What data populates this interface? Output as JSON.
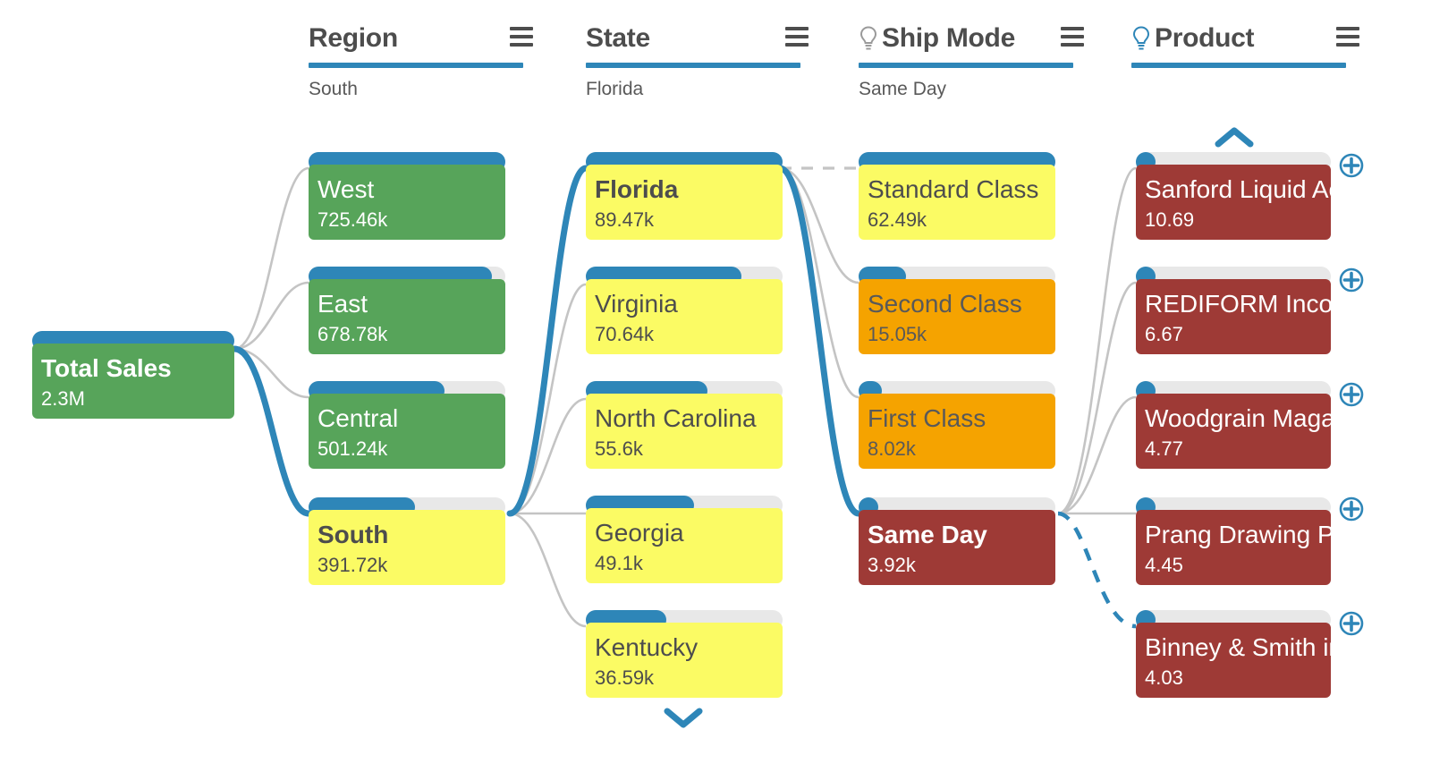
{
  "accent_color": "#2e86b8",
  "colors": {
    "green": "#57a45a",
    "yellow": "#fbfb64",
    "orange": "#f5a300",
    "maroon": "#9e3a36",
    "bar_track": "#e8e8e8",
    "link_gray": "#c4c4c4"
  },
  "root": {
    "label": "Total Sales",
    "value": "2.3M",
    "bar_pct": 100
  },
  "columns": [
    {
      "title": "Region",
      "subtitle": "South",
      "has_bulb": false,
      "menu_icon": "hamburger-icon"
    },
    {
      "title": "State",
      "subtitle": "Florida",
      "has_bulb": false,
      "menu_icon": "hamburger-icon"
    },
    {
      "title": "Ship Mode",
      "subtitle": "Same Day",
      "has_bulb": true,
      "bulb_color": "#9a9a9a",
      "menu_icon": "hamburger-icon"
    },
    {
      "title": "Product",
      "subtitle": "",
      "has_bulb": true,
      "bulb_color": "#2e86b8",
      "menu_icon": "hamburger-icon"
    }
  ],
  "region_nodes": [
    {
      "label": "West",
      "value": "725.46k",
      "bar_pct": 100,
      "color": "green",
      "selected": false
    },
    {
      "label": "East",
      "value": "678.78k",
      "bar_pct": 93,
      "color": "green",
      "selected": false
    },
    {
      "label": "Central",
      "value": "501.24k",
      "bar_pct": 69,
      "color": "green",
      "selected": false
    },
    {
      "label": "South",
      "value": "391.72k",
      "bar_pct": 54,
      "color": "yellow",
      "selected": true
    }
  ],
  "state_nodes": [
    {
      "label": "Florida",
      "value": "89.47k",
      "bar_pct": 100,
      "color": "yellow",
      "selected": true
    },
    {
      "label": "Virginia",
      "value": "70.64k",
      "bar_pct": 79,
      "color": "yellow",
      "selected": false
    },
    {
      "label": "North Carolina",
      "value": "55.6k",
      "bar_pct": 62,
      "color": "yellow",
      "selected": false
    },
    {
      "label": "Georgia",
      "value": "49.1k",
      "bar_pct": 55,
      "color": "yellow",
      "selected": false
    },
    {
      "label": "Kentucky",
      "value": "36.59k",
      "bar_pct": 41,
      "color": "yellow",
      "selected": false
    }
  ],
  "shipmode_nodes": [
    {
      "label": "Standard Class",
      "value": "62.49k",
      "bar_pct": 100,
      "color": "yellow",
      "selected": false
    },
    {
      "label": "Second Class",
      "value": "15.05k",
      "bar_pct": 24,
      "color": "orange",
      "selected": false
    },
    {
      "label": "First Class",
      "value": "8.02k",
      "bar_pct": 12,
      "color": "orange",
      "selected": false
    },
    {
      "label": "Same Day",
      "value": "3.92k",
      "bar_pct": 6,
      "color": "maroon",
      "selected": true
    }
  ],
  "product_nodes": [
    {
      "label": "Sanford Liquid Accent",
      "value": "10.69",
      "bar_pct": 3,
      "color": "maroon",
      "selected": false
    },
    {
      "label": "REDIFORM Income",
      "value": "6.67",
      "bar_pct": 3,
      "color": "maroon",
      "selected": false
    },
    {
      "label": "Woodgrain Magazine",
      "value": "4.77",
      "bar_pct": 3,
      "color": "maroon",
      "selected": false
    },
    {
      "label": "Prang Drawing Pencils",
      "value": "4.45",
      "bar_pct": 3,
      "color": "maroon",
      "selected": false
    },
    {
      "label": "Binney & Smith inks",
      "value": "4.03",
      "bar_pct": 3,
      "color": "maroon",
      "selected": false
    }
  ],
  "controls": {
    "scroll_up_label": "chevron-up",
    "scroll_down_label": "chevron-down",
    "expand_label": "plus"
  }
}
